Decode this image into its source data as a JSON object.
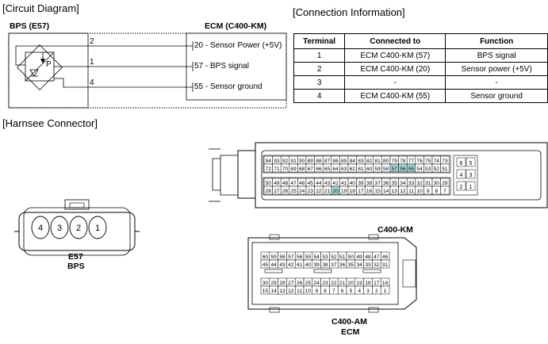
{
  "headers": {
    "circuit": "[Circuit Diagram]",
    "connection": "[Connection Information]",
    "harness": "[Harnsee Connector]"
  },
  "circuit": {
    "bps_label": "BPS (E57)",
    "ecm_label": "ECM (C400-KM)",
    "sensor_glyph": "P",
    "wires": [
      {
        "pin": "2",
        "ecm_text": "20 - Sensor Power (+5V)"
      },
      {
        "pin": "1",
        "ecm_text": "57 - BPS signal"
      },
      {
        "pin": "4",
        "ecm_text": "55 - Sensor ground"
      }
    ]
  },
  "table": {
    "columns": [
      "Terminal",
      "Connected to",
      "Function"
    ],
    "rows": [
      [
        "1",
        "ECM C400-KM (57)",
        "BPS signal"
      ],
      [
        "2",
        "ECM C400-KM (20)",
        "Sensor power (+5V)"
      ],
      [
        "3",
        "-",
        "-"
      ],
      [
        "4",
        "ECM C400-KM (55)",
        "Sensor ground"
      ]
    ]
  },
  "connectors": {
    "e57": {
      "pins": [
        "4",
        "3",
        "2",
        "1"
      ],
      "label1": "E57",
      "label2": "BPS"
    },
    "c400km": {
      "label": "C400-KM",
      "row1": [
        "94",
        "93",
        "92",
        "91",
        "90",
        "89",
        "88",
        "87",
        "86",
        "85",
        "84",
        "83",
        "82",
        "81",
        "80",
        "79",
        "78",
        "77",
        "76",
        "75",
        "74",
        "73"
      ],
      "row2": [
        "72",
        "71",
        "70",
        "69",
        "68",
        "67",
        "66",
        "65",
        "64",
        "63",
        "62",
        "61",
        "60",
        "59",
        "58",
        "57",
        "56",
        "55",
        "54",
        "53",
        "52",
        "51"
      ],
      "row3": [
        "50",
        "49",
        "48",
        "47",
        "46",
        "45",
        "44",
        "43",
        "42",
        "41",
        "40",
        "39",
        "38",
        "37",
        "36",
        "35",
        "34",
        "33",
        "32",
        "31",
        "30",
        "29"
      ],
      "row4": [
        "28",
        "27",
        "26",
        "25",
        "24",
        "23",
        "22",
        "21",
        "20",
        "19",
        "18",
        "17",
        "16",
        "15",
        "14",
        "13",
        "12",
        "11",
        "10",
        "9",
        "8",
        "7"
      ],
      "side": [
        [
          "6",
          "5"
        ],
        [
          "4",
          "3"
        ],
        [
          "2",
          "1"
        ]
      ],
      "highlight": [
        "57",
        "56",
        "55",
        "20"
      ],
      "highlight_color": "#a9d6d6"
    },
    "c400am": {
      "label1": "C400-AM",
      "label2": "ECM",
      "row1": [
        "60",
        "59",
        "58",
        "57",
        "56",
        "55",
        "54",
        "53",
        "52",
        "51",
        "50",
        "49",
        "48",
        "47",
        "46"
      ],
      "row2": [
        "45",
        "44",
        "43",
        "42",
        "41",
        "40",
        "39",
        "38",
        "37",
        "36",
        "35",
        "34",
        "33",
        "32",
        "31"
      ],
      "row3": [
        "30",
        "29",
        "28",
        "27",
        "26",
        "25",
        "24",
        "23",
        "22",
        "21",
        "20",
        "19",
        "18",
        "17",
        "16"
      ],
      "row4": [
        "15",
        "14",
        "13",
        "12",
        "11",
        "10",
        "9",
        "8",
        "7",
        "6",
        "5",
        "4",
        "3",
        "2",
        "1"
      ]
    }
  }
}
